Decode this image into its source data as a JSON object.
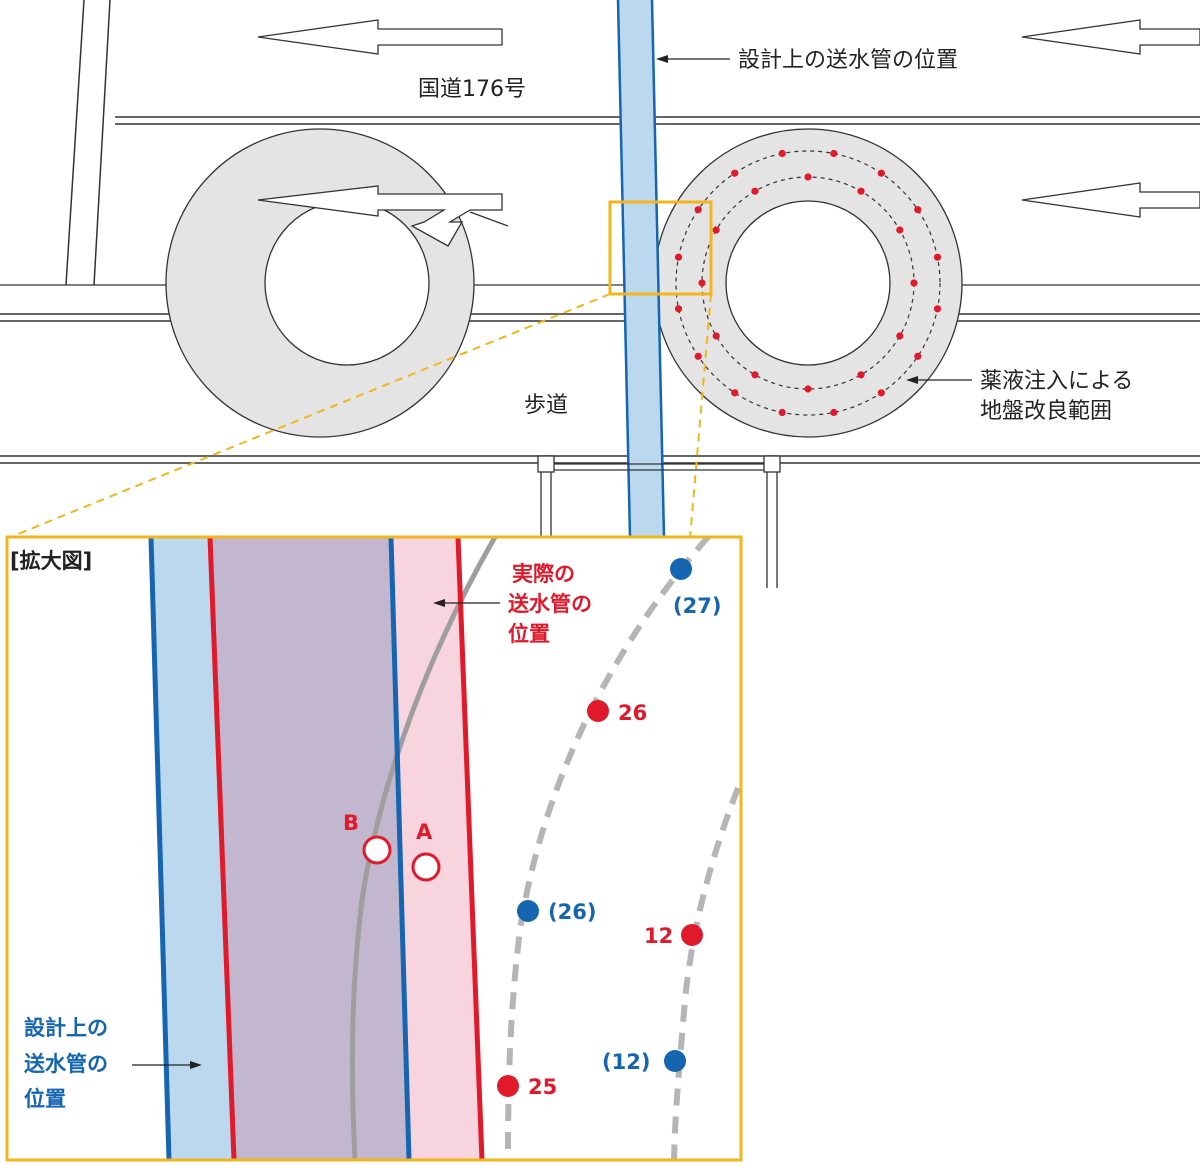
{
  "top": {
    "road_label": "国道176号",
    "sidewalk_label": "歩道",
    "design_pipe_label": "設計上の送水管の位置",
    "improvement_label_line1": "薬液注入による",
    "improvement_label_line2": "地盤改良範囲"
  },
  "zoom": {
    "title": "[拡大図]",
    "actual_pipe_label_line1": "実際の",
    "actual_pipe_label_line2": "送水管の",
    "actual_pipe_label_line3": "位置",
    "design_pipe_label_line1": "設計上の",
    "design_pipe_label_line2": "送水管の",
    "design_pipe_label_line3": "位置",
    "point_a": "A",
    "point_b": "B",
    "points": {
      "p27_design": "(27)",
      "p26_actual": "26",
      "p26_design": "(26)",
      "p12_actual": "12",
      "p12_design": "(12)",
      "p25_actual": "25"
    }
  },
  "colors": {
    "design_blue": "#1565b0",
    "design_fill": "#bcd8ee",
    "actual_red": "#e0192b",
    "actual_fill": "#f7d4de",
    "overlap_fill": "#c3b7cf",
    "zoom_frame": "#f2b51b",
    "improvement_gray": "#e4e4e4"
  }
}
